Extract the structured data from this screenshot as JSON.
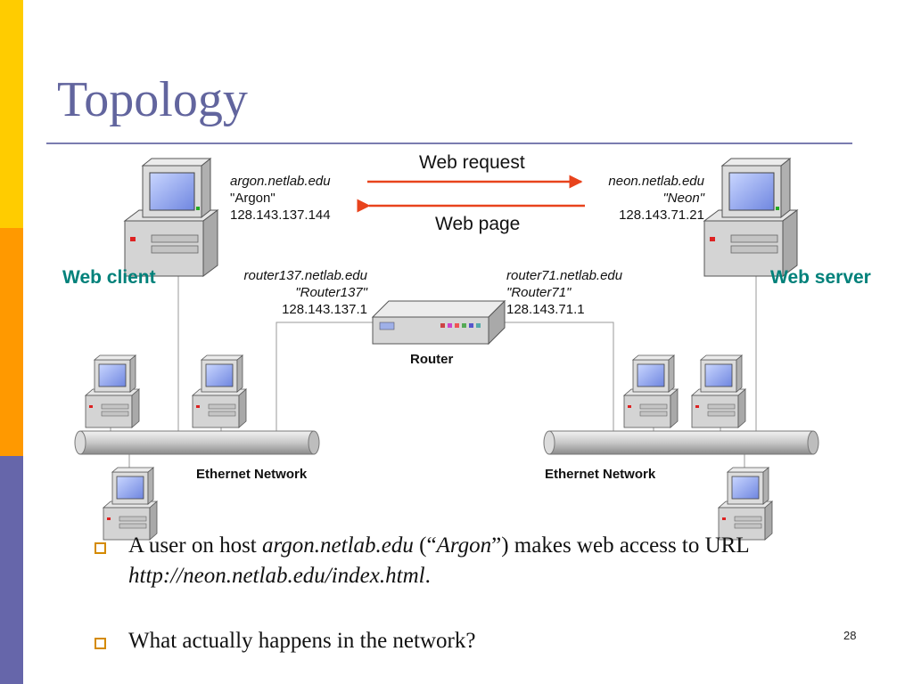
{
  "slide": {
    "title": "Topology",
    "page_number": "28"
  },
  "colors": {
    "sidebar": [
      "#ffcc00",
      "#ff9900",
      "#6666aa"
    ],
    "title": "#62659e",
    "accent_label": "#00817a",
    "arrow": "#e8431c",
    "bullet_box": "#d48a00"
  },
  "diagram": {
    "arrows": {
      "request_label": "Web request",
      "response_label": "Web page"
    },
    "client": {
      "hostname": "argon.netlab.edu",
      "alias": "\"Argon\"",
      "ip": "128.143.137.144",
      "role": "Web client"
    },
    "server": {
      "hostname": "neon.netlab.edu",
      "alias": "\"Neon\"",
      "ip": "128.143.71.21",
      "role": "Web server"
    },
    "router_left": {
      "hostname": "router137.netlab.edu",
      "alias": "\"Router137\"",
      "ip": "128.143.137.1"
    },
    "router_right": {
      "hostname": "router71.netlab.edu",
      "alias": "\"Router71\"",
      "ip": "128.143.71.1"
    },
    "router_label": "Router",
    "network_left": "Ethernet Network",
    "network_right": "Ethernet Network"
  },
  "bullets": [
    {
      "p1": "A user on host ",
      "host": "argon.netlab.edu",
      "p2": " (“",
      "alias": "Argon",
      "p3": "”) makes  web access to URL ",
      "url": "http://neon.netlab.edu/index.html",
      "p4": "."
    },
    {
      "text": "What actually happens in the network?"
    }
  ]
}
